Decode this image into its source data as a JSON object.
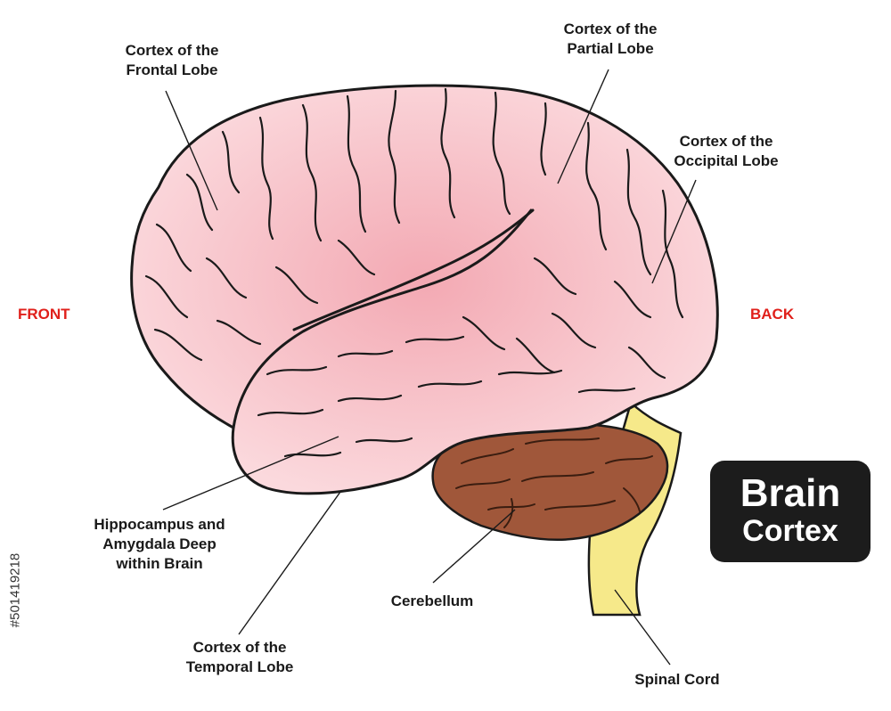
{
  "labels": {
    "frontal": [
      "Cortex of the",
      "Frontal Lobe"
    ],
    "parietal": [
      "Cortex of the",
      "Partial Lobe"
    ],
    "occipital": [
      "Cortex of the",
      "Occipital Lobe"
    ],
    "hippocampus": [
      "Hippocampus and",
      "Amygdala Deep",
      "within Brain"
    ],
    "cerebellum": "Cerebellum",
    "temporal": [
      "Cortex of the",
      "Temporal Lobe"
    ],
    "spinal_cord": "Spinal Cord"
  },
  "directions": {
    "front": "FRONT",
    "back": "BACK"
  },
  "title": {
    "line1": "Brain",
    "line2": "Cortex"
  },
  "stock_id": "#501419218",
  "colors": {
    "cortex_fill": "#f7c9cf",
    "cortex_center": "#f2a3ae",
    "cerebellum_fill": "#a0573a",
    "spinal_cord_fill": "#f6e98a",
    "outline": "#1a1a1a",
    "direction_text": "#e0201b"
  }
}
